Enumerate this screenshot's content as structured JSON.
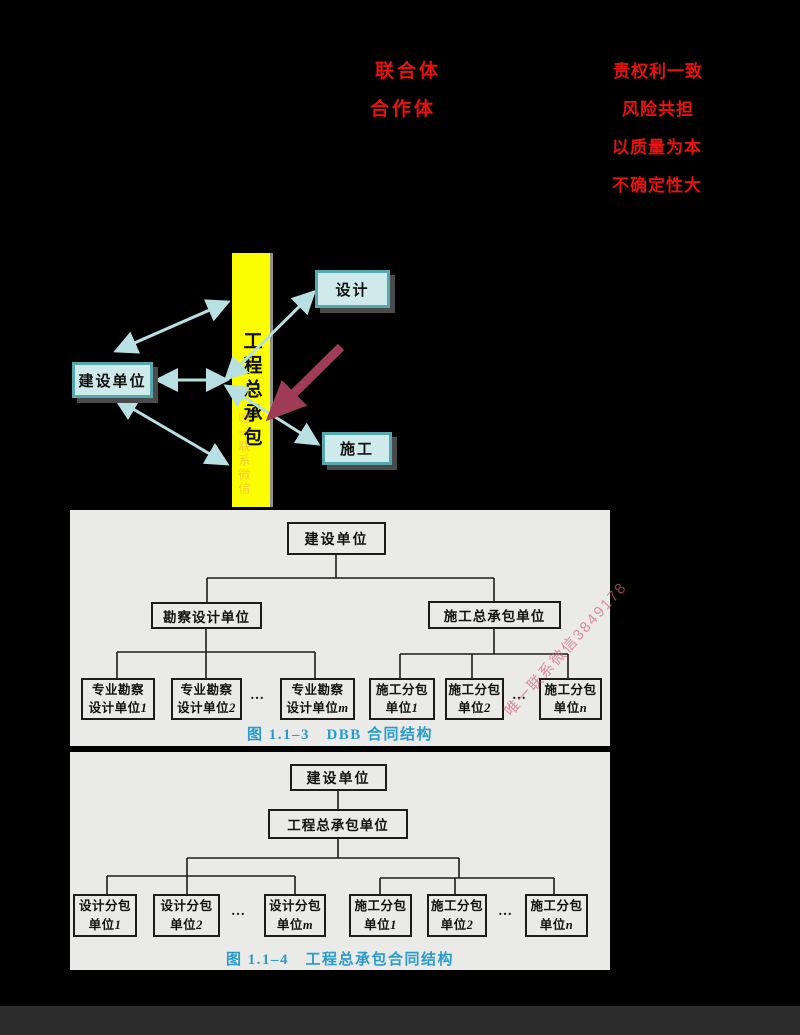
{
  "colors": {
    "background": "#000000",
    "highlight_red": "#e61212",
    "epc_bar_yellow": "#fdfd02",
    "relation_box_fill": "#cfeaea",
    "relation_box_border": "#57a8ae",
    "relation_arrow_teal": "#b8dfe1",
    "conflict_arrow_maroon": "#a03c55",
    "panel_background": "#eaeae8",
    "caption_blue": "#2b9cc9",
    "watermark_pink": "#d6647d"
  },
  "top_notes": {
    "left": [
      {
        "label": "联合体"
      },
      {
        "label": "合作体"
      }
    ],
    "right": [
      {
        "label": "责权利一致"
      },
      {
        "label": "风险共担"
      },
      {
        "label": "以质量为本"
      },
      {
        "label": "不确定性大"
      }
    ]
  },
  "middle": {
    "bar_text": "工程总承包",
    "owner": "建设单位",
    "design": "设计",
    "construction": "施工",
    "watermark": "唯一联系微信"
  },
  "panel1": {
    "root": "建设单位",
    "level2_left": "勘察设计单位",
    "level2_right": "施工总承包单位",
    "dots": "…",
    "leaves": [
      {
        "l1": "专业勘察",
        "l2": "设计单位",
        "sub": "1"
      },
      {
        "l1": "专业勘察",
        "l2": "设计单位",
        "sub": "2"
      },
      {
        "l1": "专业勘察",
        "l2": "设计单位",
        "sub": "m"
      },
      {
        "l1": "施工分包",
        "l2": "单位",
        "sub": "1"
      },
      {
        "l1": "施工分包",
        "l2": "单位",
        "sub": "2"
      },
      {
        "l1": "施工分包",
        "l2": "单位",
        "sub": "n"
      }
    ],
    "caption": "图 1.1–3　DBB 合同结构",
    "watermark": "唯一联系微信3849178"
  },
  "panel2": {
    "root": "建设单位",
    "level2": "工程总承包单位",
    "dots": "…",
    "leaves": [
      {
        "l1": "设计分包",
        "l2": "单位",
        "sub": "1"
      },
      {
        "l1": "设计分包",
        "l2": "单位",
        "sub": "2"
      },
      {
        "l1": "设计分包",
        "l2": "单位",
        "sub": "m"
      },
      {
        "l1": "施工分包",
        "l2": "单位",
        "sub": "1"
      },
      {
        "l1": "施工分包",
        "l2": "单位",
        "sub": "2"
      },
      {
        "l1": "施工分包",
        "l2": "单位",
        "sub": "n"
      }
    ],
    "caption": "图 1.1–4　工程总承包合同结构"
  }
}
